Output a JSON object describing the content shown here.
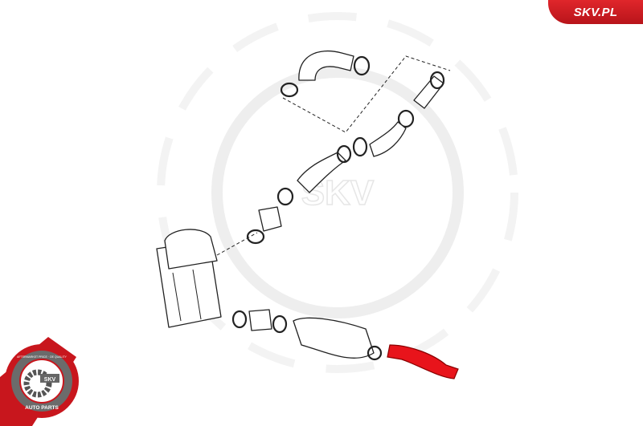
{
  "brand": {
    "site_label": "SKV.PL",
    "accent": "#d41f26"
  },
  "watermark": {
    "text": "SKV"
  },
  "badge": {
    "top_text": "AFTERMARKET PRICE · OE QUALITY",
    "center_text": "SKV",
    "bottom_text": "AUTO PARTS",
    "color": "#c8161d"
  },
  "diagram": {
    "highlighted_part": "intercooler-outlet-hose",
    "highlight_color": "#e8141b",
    "line_color": "#222222"
  }
}
